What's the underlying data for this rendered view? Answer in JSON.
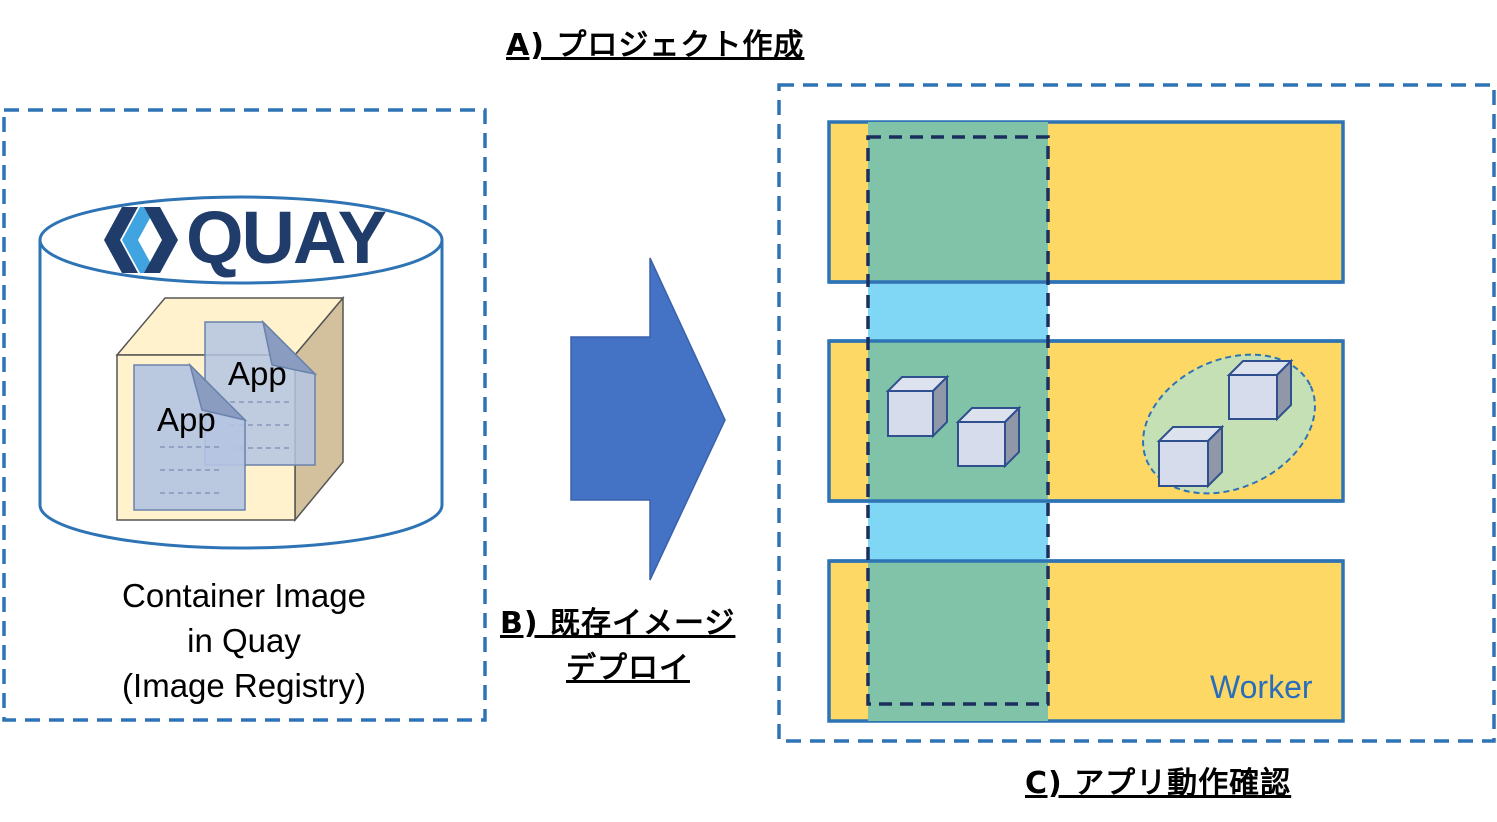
{
  "titles": {
    "a": "A) プロジェクト作成",
    "b_line1": "B) 既存イメージ",
    "b_line2": "デプロイ",
    "c": "C) アプリ動作確認"
  },
  "registry": {
    "logo_text": "QUAY",
    "app_labels": [
      "App",
      "App"
    ],
    "caption_lines": [
      "Container Image",
      "in Quay",
      "(Image Registry)"
    ]
  },
  "cluster": {
    "worker_label": "Worker"
  },
  "colors": {
    "dash_blue": "#2e74b5",
    "node_yellow": "#fdd865",
    "project_green": "#80c3a8",
    "network_blue": "#7fd6f5",
    "arrow_blue": "#4472c4",
    "quay_navy": "#1f3c6a",
    "quay_light": "#40a4e0"
  }
}
